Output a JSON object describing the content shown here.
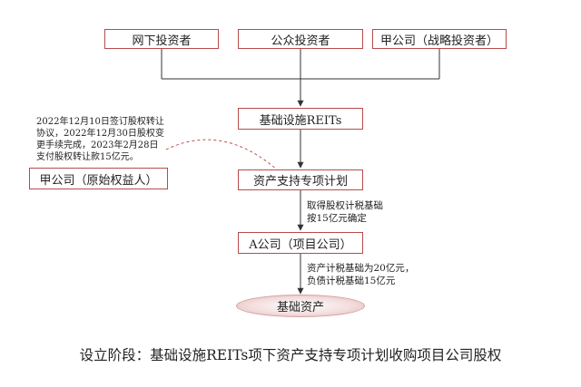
{
  "investors": {
    "offline": "网下投资者",
    "public": "公众投资者",
    "strategic": "甲公司（战略投资者）"
  },
  "reits_box": "基础设施REITs",
  "special_plan_box": "资产支持专项计划",
  "company_a_box": "A公司（项目公司）",
  "original_owner_box": "甲公司（原始权益人）",
  "underlying_asset": "基础资产",
  "transfer_note": [
    "2022年12月10日签订股权转让",
    "协议，2022年12月30日股权变",
    "更手续完成，2023年2月28日",
    "支付股权转让款15亿元。"
  ],
  "tax_basis_equity": [
    "取得股权计税基础",
    "按15亿元确定"
  ],
  "tax_basis_assets": [
    "资产计税基础为20亿元，",
    "负债计税基础15亿元"
  ],
  "caption": "设立阶段：基础设施REITs项下资产支持专项计划收购项目公司股权",
  "colors": {
    "box_border": "#b84a4a",
    "ellipse_fill": "#e2b7b7",
    "lines": "#333333",
    "dashed": "#c0504d"
  }
}
